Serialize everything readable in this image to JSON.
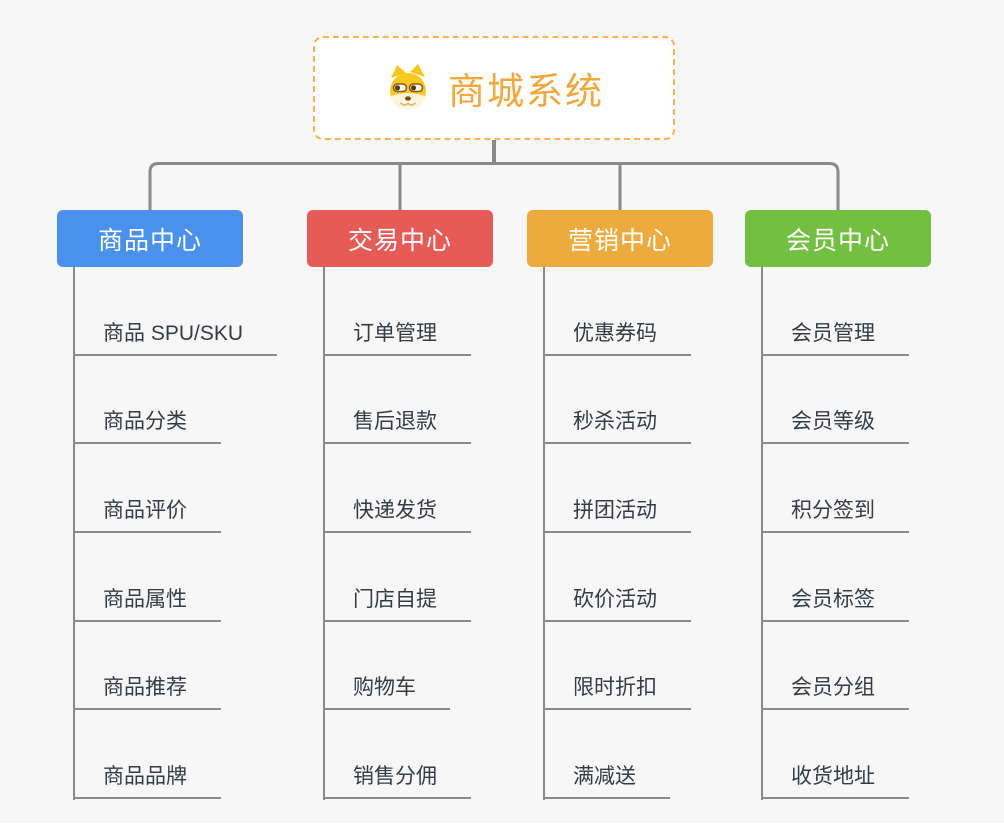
{
  "root": {
    "title": "商城系统",
    "icon": "doge-dog-icon",
    "text_color": "#f0a73c",
    "border_color": "#f6b452"
  },
  "branches": [
    {
      "label": "商品中心",
      "color": "#4a90ed",
      "items": [
        "商品 SPU/SKU",
        "商品分类",
        "商品评价",
        "商品属性",
        "商品推荐",
        "商品品牌"
      ]
    },
    {
      "label": "交易中心",
      "color": "#e75b56",
      "items": [
        "订单管理",
        "售后退款",
        "快递发货",
        "门店自提",
        "购物车",
        "销售分佣"
      ]
    },
    {
      "label": "营销中心",
      "color": "#edab3e",
      "items": [
        "优惠券码",
        "秒杀活动",
        "拼团活动",
        "砍价活动",
        "限时折扣",
        "满减送"
      ]
    },
    {
      "label": "会员中心",
      "color": "#72bf41",
      "items": [
        "会员管理",
        "会员等级",
        "积分签到",
        "会员标签",
        "会员分组",
        "收货地址"
      ]
    }
  ],
  "colors": {
    "background": "#f7f7f7",
    "connector": "#8a8a8a",
    "item_text": "#363c42",
    "bottom_strip": "#ffffff"
  }
}
